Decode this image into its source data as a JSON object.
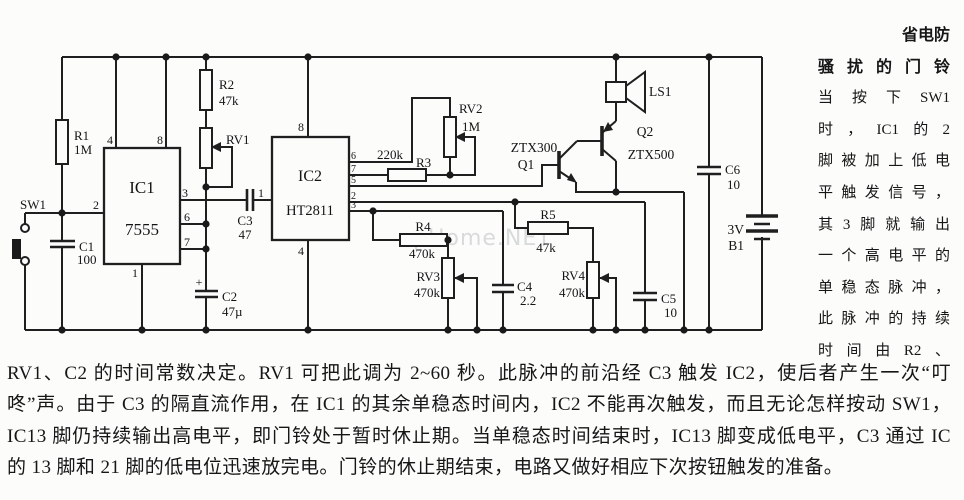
{
  "title": {
    "line1": "省电防",
    "line2": "骚扰的门铃"
  },
  "sidebar": {
    "lines": [
      "当按下SW1",
      "时，IC1的2",
      "脚被加上低电",
      "平触发信号，",
      "其3脚就输出",
      "一个高电平的",
      "单稳态脉冲，",
      "此脉冲的持续",
      "时间由R2、"
    ]
  },
  "caption": {
    "lines": [
      "RV1、C2 的时间常数决定。RV1 可把此调为 2~60 秒。此脉冲的前沿经 C3 触发 IC2，使后者产生一次“叮",
      "咚”声。由于 C3 的隔直流作用，在 IC1 的其余单稳态时间内，IC2 不能再次触发，而且无论怎样按动 SW1，",
      "IC13 脚仍持续输出高电平，即门铃处于暂时休止期。当单稳态时间结束时，IC13 脚变成低电平，C3 通过 IC",
      "的 13 脚和 21 脚的低电位迅速放完电。门铃的休止期结束，电路又做好相应下次按钮触发的准备。"
    ]
  },
  "watermark": "pHome.NET",
  "circuit": {
    "ic1": {
      "ref": "IC1",
      "part": "7555",
      "pins": {
        "p1": "1",
        "p2": "2",
        "p3": "3",
        "p4": "4",
        "p6": "6",
        "p7": "7",
        "p8": "8"
      }
    },
    "ic2": {
      "ref": "IC2",
      "part": "HT2811",
      "pins": {
        "p1": "1",
        "p2": "2",
        "p3": "3",
        "p4": "4",
        "p5": "5",
        "p6": "6",
        "p7": "7",
        "p8": "8"
      }
    },
    "sw1": {
      "ref": "SW1"
    },
    "r1": {
      "ref": "R1",
      "value": "1M"
    },
    "r2": {
      "ref": "R2",
      "value": "47k"
    },
    "r3": {
      "ref": "R3",
      "value": "220k"
    },
    "r4": {
      "ref": "R4",
      "value": "470k"
    },
    "r5": {
      "ref": "R5",
      "value": "47k"
    },
    "rv1": {
      "ref": "RV1"
    },
    "rv2": {
      "ref": "RV2",
      "value": "1M"
    },
    "rv3": {
      "ref": "RV3",
      "value": "470k"
    },
    "rv4": {
      "ref": "RV4",
      "value": "470k"
    },
    "c1": {
      "ref": "C1",
      "value": "100"
    },
    "c2": {
      "ref": "C2",
      "value": "47µ",
      "polarity": "+"
    },
    "c3": {
      "ref": "C3",
      "value": "47"
    },
    "c4": {
      "ref": "C4",
      "value": "2.2"
    },
    "c5": {
      "ref": "C5",
      "value": "10"
    },
    "c6": {
      "ref": "C6",
      "value": "10"
    },
    "q1": {
      "ref": "Q1",
      "part": "ZTX300"
    },
    "q2": {
      "ref": "Q2",
      "part": "ZTX500"
    },
    "ls1": {
      "ref": "LS1"
    },
    "b1": {
      "ref": "B1",
      "value": "3V"
    }
  }
}
